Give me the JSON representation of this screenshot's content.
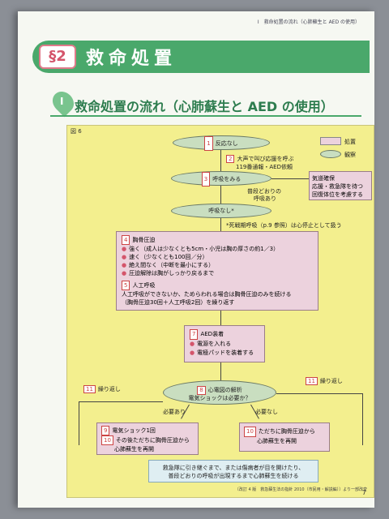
{
  "page": {
    "header": "I　救命処置の流れ（心肺蘇生と AED の使用）",
    "page_number": "7"
  },
  "section": {
    "number": "§2",
    "title": "救命処置"
  },
  "subtitle": {
    "number": "I",
    "text": "救命処置の流れ（心肺蘇生と AED の使用）"
  },
  "figure": {
    "label": "図 6",
    "legend": {
      "box": "処置",
      "oval": "観察"
    },
    "steps": {
      "s1": {
        "num": "1",
        "text": "反応なし"
      },
      "s2": {
        "num": "2",
        "line1": "大声で叫び応援を呼ぶ",
        "line2": "119番通報・AED依頼"
      },
      "s3": {
        "num": "3",
        "text": "呼吸をみる"
      },
      "normal_breathing": {
        "line1": "普段どおりの",
        "line2": "呼吸あり"
      },
      "side_box": {
        "line1": "気道確保",
        "line2": "応援・救急隊を待つ",
        "line3": "回復体位を考慮する"
      },
      "no_breath": {
        "text": "呼吸なし*"
      },
      "note": "*死戦期呼吸（p.9 参照）は心停止として扱う",
      "s4": {
        "num": "4",
        "title": "胸骨圧迫",
        "b1": "強く（成人は少なくとも5cm・小児は胸の厚さの約1／3）",
        "b2": "速く（少なくとも100回／分）",
        "b3": "絶え間なく（中断を最小にする）",
        "b4": "圧迫解除は胸がしっかり戻るまで"
      },
      "s5": {
        "num": "5",
        "title": "人工呼吸"
      },
      "s6": {
        "line1": "人工呼吸ができないか、ためらわれる場合は胸骨圧迫のみを続ける",
        "line2": "（胸骨圧迫30回＋人工呼吸2回）を繰り返す"
      },
      "s7": {
        "num": "7",
        "title": "AED装着",
        "b1": "電源を入れる",
        "b2": "電極パッドを装着する"
      },
      "s8": {
        "num": "8",
        "line1": "心電図の解析",
        "line2": "電気ショックは必要か？"
      },
      "needed": "必要あり",
      "not_needed": "必要なし",
      "repeat_left": {
        "num": "11",
        "text": "繰り返し"
      },
      "repeat_right": {
        "num": "11",
        "text": "繰り返し"
      },
      "s9": {
        "num": "9",
        "text": "電気ショック1回"
      },
      "s10a": {
        "num": "10",
        "line1": "その後ただちに胸骨圧迫から",
        "line2": "心肺蘇生を再開"
      },
      "s10b": {
        "num": "10",
        "line1": "ただちに胸骨圧迫から",
        "line2": "心肺蘇生を再開"
      },
      "bottom": {
        "line1": "救急隊に引き継ぐまで、または傷病者が目を開けたり、",
        "line2": "普段どおりの呼吸が出現するまで心肺蘇生を続ける"
      }
    },
    "source": "〔改訂 4 版　救急蘇生法の指針 2010（市民用・解説編）〕より一部改変"
  }
}
